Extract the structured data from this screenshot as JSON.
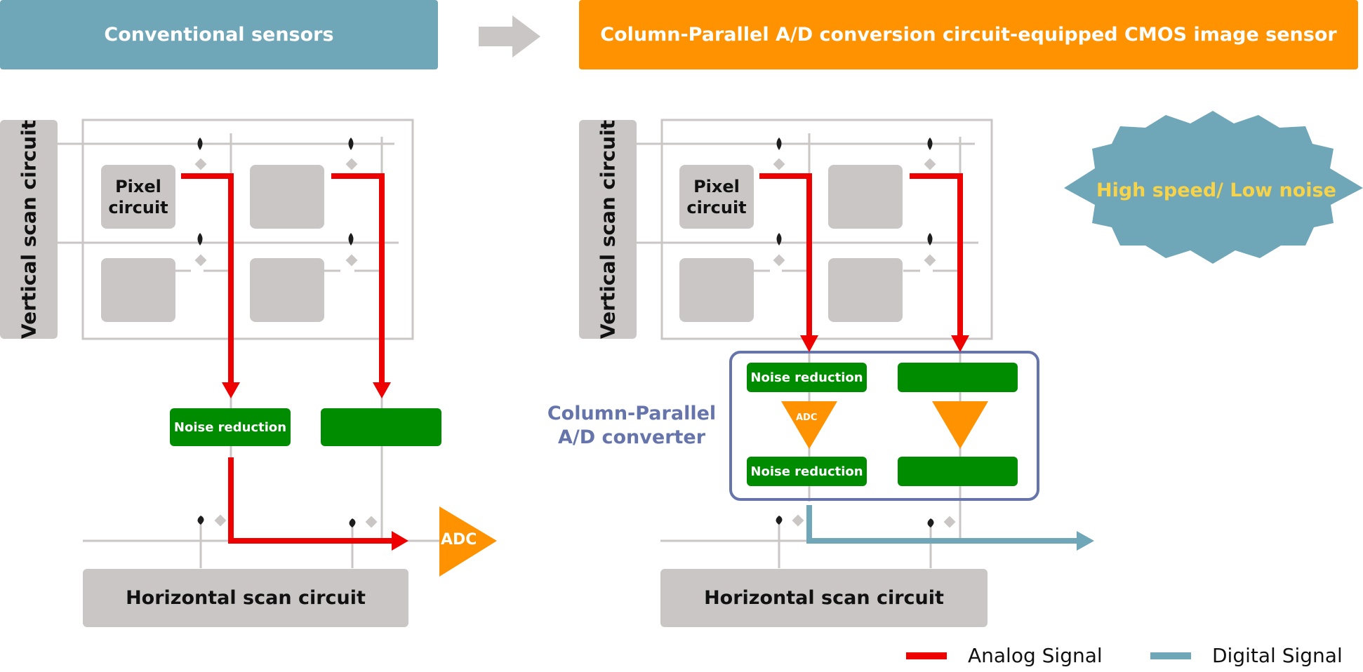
{
  "headers": {
    "left": "Conventional sensors",
    "right": "Column-Parallel A/D conversion circuit-equipped CMOS image sensor"
  },
  "colors": {
    "left_header": "#6fa6b8",
    "right_header": "#ff9200",
    "analog": "#ee0000",
    "digital": "#6fa6b8",
    "noise_block": "#008c00",
    "adc": "#ff9200",
    "column_parallel_frame": "#6674ac",
    "highlight_text": "#f7d34a",
    "circuit_gray": "#cac6c6"
  },
  "left_diagram": {
    "vertical_scan": "Vertical scan circuit",
    "pixel_label_line1": "Pixel",
    "pixel_label_line2": "circuit",
    "noise_reduction": "Noise reduction",
    "adc": "ADC",
    "horizontal_scan": "Horizontal scan circuit"
  },
  "right_diagram": {
    "vertical_scan": "Vertical scan circuit",
    "pixel_label_line1": "Pixel",
    "pixel_label_line2": "circuit",
    "noise_reduction_top": "Noise reduction",
    "noise_reduction_bottom": "Noise reduction",
    "adc": "ADC",
    "column_parallel_line1": "Column-Parallel",
    "column_parallel_line2": "A/D converter",
    "horizontal_scan": "Horizontal scan circuit",
    "highlight": "High speed/ Low noise"
  },
  "legend": {
    "analog": "Analog Signal",
    "digital": "Digital Signal"
  }
}
